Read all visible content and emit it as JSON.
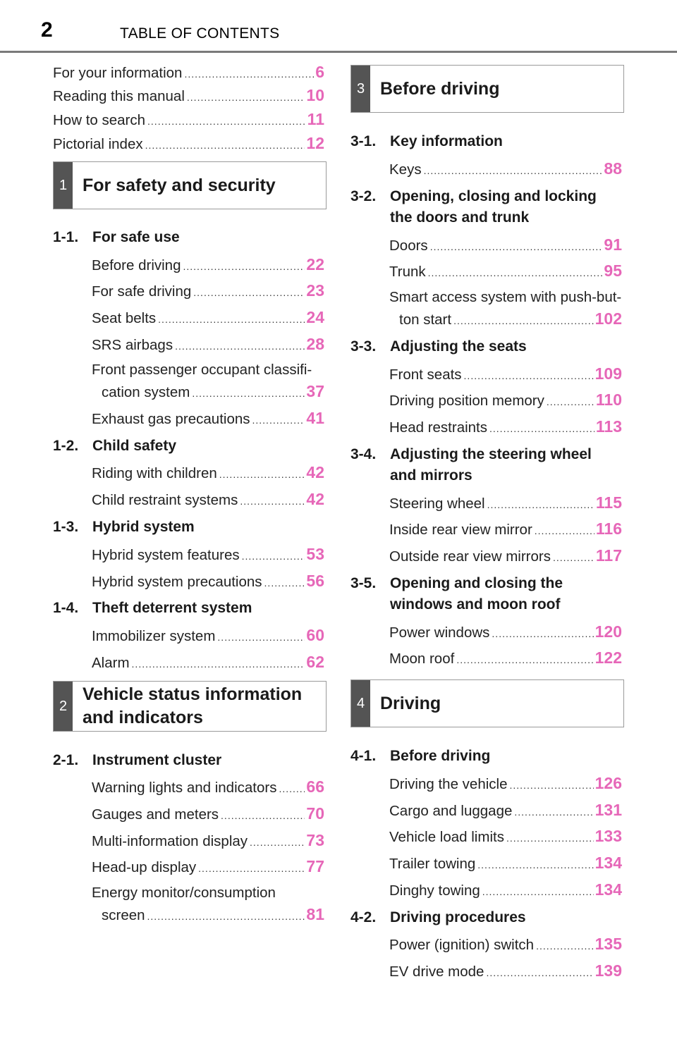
{
  "header": {
    "page_number": "2",
    "title": "TABLE OF CONTENTS"
  },
  "intro": [
    {
      "label": "For your information",
      "page": "6"
    },
    {
      "label": "Reading this manual",
      "page": "10"
    },
    {
      "label": "How to search",
      "page": "11"
    },
    {
      "label": "Pictorial index",
      "page": "12"
    }
  ],
  "chapters": {
    "c1": {
      "number": "1",
      "title": "For safety and security"
    },
    "c2": {
      "number": "2",
      "title": "Vehicle status information and indicators"
    },
    "c3": {
      "number": "3",
      "title": "Before driving"
    },
    "c4": {
      "number": "4",
      "title": "Driving"
    }
  },
  "sections": {
    "s1_1": {
      "number": "1-1.",
      "title": "For safe use"
    },
    "s1_2": {
      "number": "1-2.",
      "title": "Child safety"
    },
    "s1_3": {
      "number": "1-3.",
      "title": "Hybrid system"
    },
    "s1_4": {
      "number": "1-4.",
      "title": "Theft deterrent system"
    },
    "s2_1": {
      "number": "2-1.",
      "title": "Instrument cluster"
    },
    "s3_1": {
      "number": "3-1.",
      "title": "Key information"
    },
    "s3_2": {
      "number": "3-2.",
      "title": "Opening, closing and locking the doors and trunk"
    },
    "s3_3": {
      "number": "3-3.",
      "title": "Adjusting the seats"
    },
    "s3_4": {
      "number": "3-4.",
      "title": "Adjusting the steering wheel and mirrors"
    },
    "s3_5": {
      "number": "3-5.",
      "title": "Opening and closing the windows and moon roof"
    },
    "s4_1": {
      "number": "4-1.",
      "title": "Before driving"
    },
    "s4_2": {
      "number": "4-2.",
      "title": "Driving procedures"
    }
  },
  "entries": {
    "e1_1_1": {
      "label": "Before driving",
      "page": "22"
    },
    "e1_1_2": {
      "label": "For safe driving",
      "page": "23"
    },
    "e1_1_3": {
      "label": "Seat belts",
      "page": "24"
    },
    "e1_1_4": {
      "label": "SRS airbags",
      "page": "28"
    },
    "e1_1_5": {
      "label_a": "Front passenger occupant classifi-",
      "label_b": "cation system",
      "page": "37"
    },
    "e1_1_6": {
      "label": "Exhaust gas precautions",
      "page": "41"
    },
    "e1_2_1": {
      "label": "Riding with children",
      "page": "42"
    },
    "e1_2_2": {
      "label": "Child restraint systems",
      "page": "42"
    },
    "e1_3_1": {
      "label": "Hybrid system features",
      "page": "53"
    },
    "e1_3_2": {
      "label": "Hybrid system precautions",
      "page": "56"
    },
    "e1_4_1": {
      "label": "Immobilizer system",
      "page": "60"
    },
    "e1_4_2": {
      "label": "Alarm",
      "page": "62"
    },
    "e2_1_1": {
      "label": "Warning lights and indicators",
      "page": "66"
    },
    "e2_1_2": {
      "label": "Gauges and meters",
      "page": "70"
    },
    "e2_1_3": {
      "label": "Multi-information display",
      "page": "73"
    },
    "e2_1_4": {
      "label": "Head-up display",
      "page": "77"
    },
    "e2_1_5": {
      "label_a": "Energy monitor/consumption",
      "label_b": "screen",
      "page": "81"
    },
    "e3_1_1": {
      "label": "Keys",
      "page": "88"
    },
    "e3_2_1": {
      "label": "Doors",
      "page": "91"
    },
    "e3_2_2": {
      "label": "Trunk",
      "page": "95"
    },
    "e3_2_3": {
      "label_a": "Smart access system with push-but-",
      "label_b": "ton start",
      "page": "102"
    },
    "e3_3_1": {
      "label": "Front seats",
      "page": "109"
    },
    "e3_3_2": {
      "label": "Driving position memory",
      "page": "110"
    },
    "e3_3_3": {
      "label": "Head restraints",
      "page": "113"
    },
    "e3_4_1": {
      "label": "Steering wheel",
      "page": "115"
    },
    "e3_4_2": {
      "label": "Inside rear view mirror",
      "page": "116"
    },
    "e3_4_3": {
      "label": "Outside rear view mirrors",
      "page": "117"
    },
    "e3_5_1": {
      "label": "Power windows",
      "page": "120"
    },
    "e3_5_2": {
      "label": "Moon roof",
      "page": "122"
    },
    "e4_1_1": {
      "label": "Driving the vehicle",
      "page": "126"
    },
    "e4_1_2": {
      "label": "Cargo and luggage",
      "page": "131"
    },
    "e4_1_3": {
      "label": "Vehicle load limits",
      "page": "133"
    },
    "e4_1_4": {
      "label": "Trailer towing",
      "page": "134"
    },
    "e4_1_5": {
      "label": "Dinghy towing",
      "page": "134"
    },
    "e4_2_1": {
      "label": "Power (ignition) switch",
      "page": "135"
    },
    "e4_2_2": {
      "label": "EV drive mode",
      "page": "139"
    }
  },
  "colors": {
    "page_link": "#e667b8",
    "chapter_tab": "#545454",
    "rule": "#7a7a7a"
  }
}
